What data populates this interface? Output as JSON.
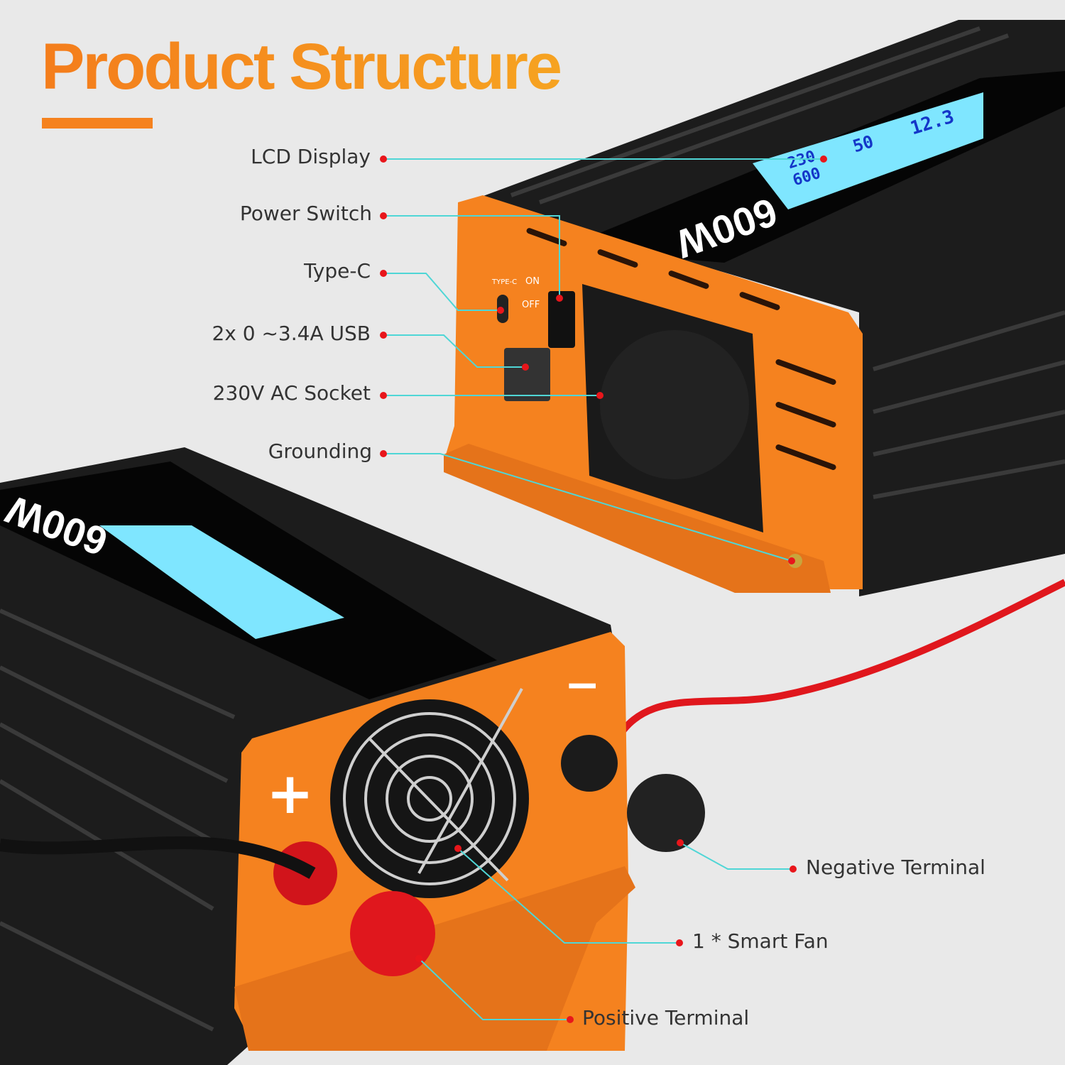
{
  "title": "Product Structure",
  "labels": {
    "lcd": "LCD Display",
    "power_switch": "Power Switch",
    "type_c": "Type-C",
    "usb": "2x 0 ~3.4A USB",
    "ac_socket": "230V AC Socket",
    "grounding": "Grounding",
    "negative": "Negative Terminal",
    "fan": "1 * Smart Fan",
    "positive": "Positive Terminal"
  },
  "product": {
    "power_rating": "600W",
    "lcd_values": [
      "12.3",
      "50",
      "230",
      "600"
    ],
    "switch_on": "ON",
    "switch_off": "OFF",
    "port_label": "TYPE-C",
    "plus": "+",
    "minus": "−"
  },
  "colors": {
    "accent": "#f5821f",
    "leader": "#4fd6d6",
    "dot": "#e8161b",
    "lcd": "#7fe6ff"
  }
}
